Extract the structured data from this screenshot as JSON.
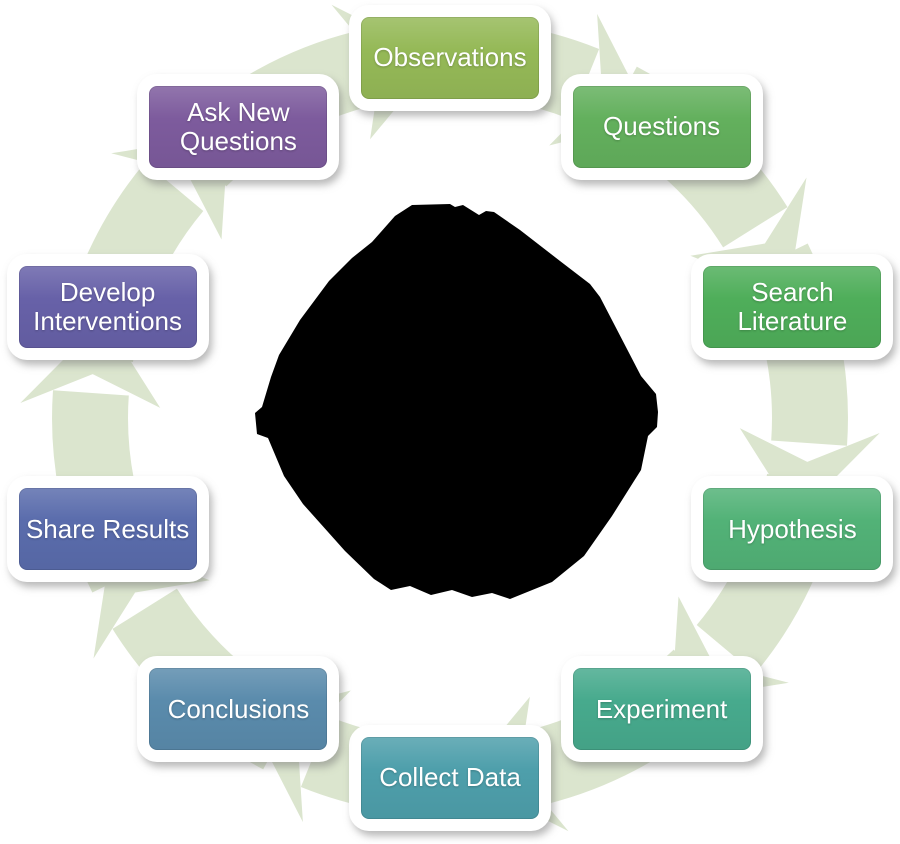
{
  "diagram": {
    "type": "cycle",
    "flow_direction": "clockwise",
    "background_color": "#ffffff",
    "arrow_band_color": "#dbe5ce",
    "center_blob_color": "#000000",
    "steps": [
      {
        "label": "Observations",
        "color": "#95b957",
        "angle_deg": -90
      },
      {
        "label": "Questions",
        "color": "#63b05d",
        "angle_deg": -54
      },
      {
        "label": "Search Literature",
        "color": "#4fae5a",
        "angle_deg": -18
      },
      {
        "label": "Hypothesis",
        "color": "#52b277",
        "angle_deg": 18
      },
      {
        "label": "Experiment",
        "color": "#47aa8d",
        "angle_deg": 54
      },
      {
        "label": "Collect Data",
        "color": "#4e9fab",
        "angle_deg": 90
      },
      {
        "label": "Conclusions",
        "color": "#5a8bac",
        "angle_deg": 126
      },
      {
        "label": "Share Results",
        "color": "#5a6cac",
        "angle_deg": 162
      },
      {
        "label": "Develop Interventions",
        "color": "#6761a8",
        "angle_deg": 198
      },
      {
        "label": "Ask New Questions",
        "color": "#7d5b9d",
        "angle_deg": 234
      }
    ]
  }
}
